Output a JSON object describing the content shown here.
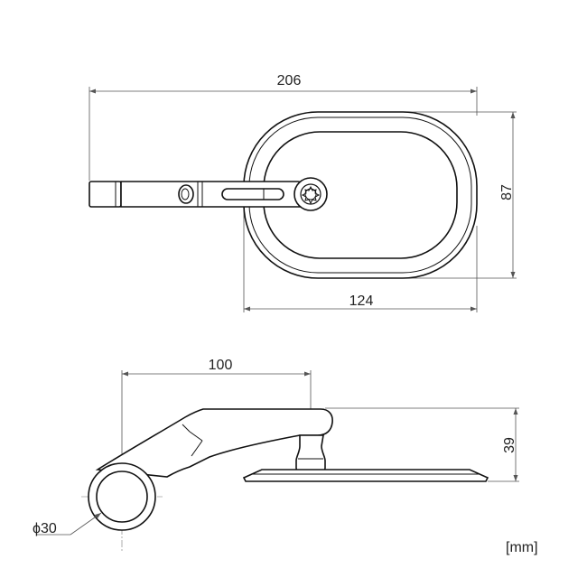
{
  "drawing": {
    "top_view": {
      "overall_width": "206",
      "height": "87",
      "mirror_width": "124"
    },
    "side_view": {
      "reach": "100",
      "height": "39",
      "clamp_diameter": "ϕ30"
    },
    "units": "[mm]"
  }
}
